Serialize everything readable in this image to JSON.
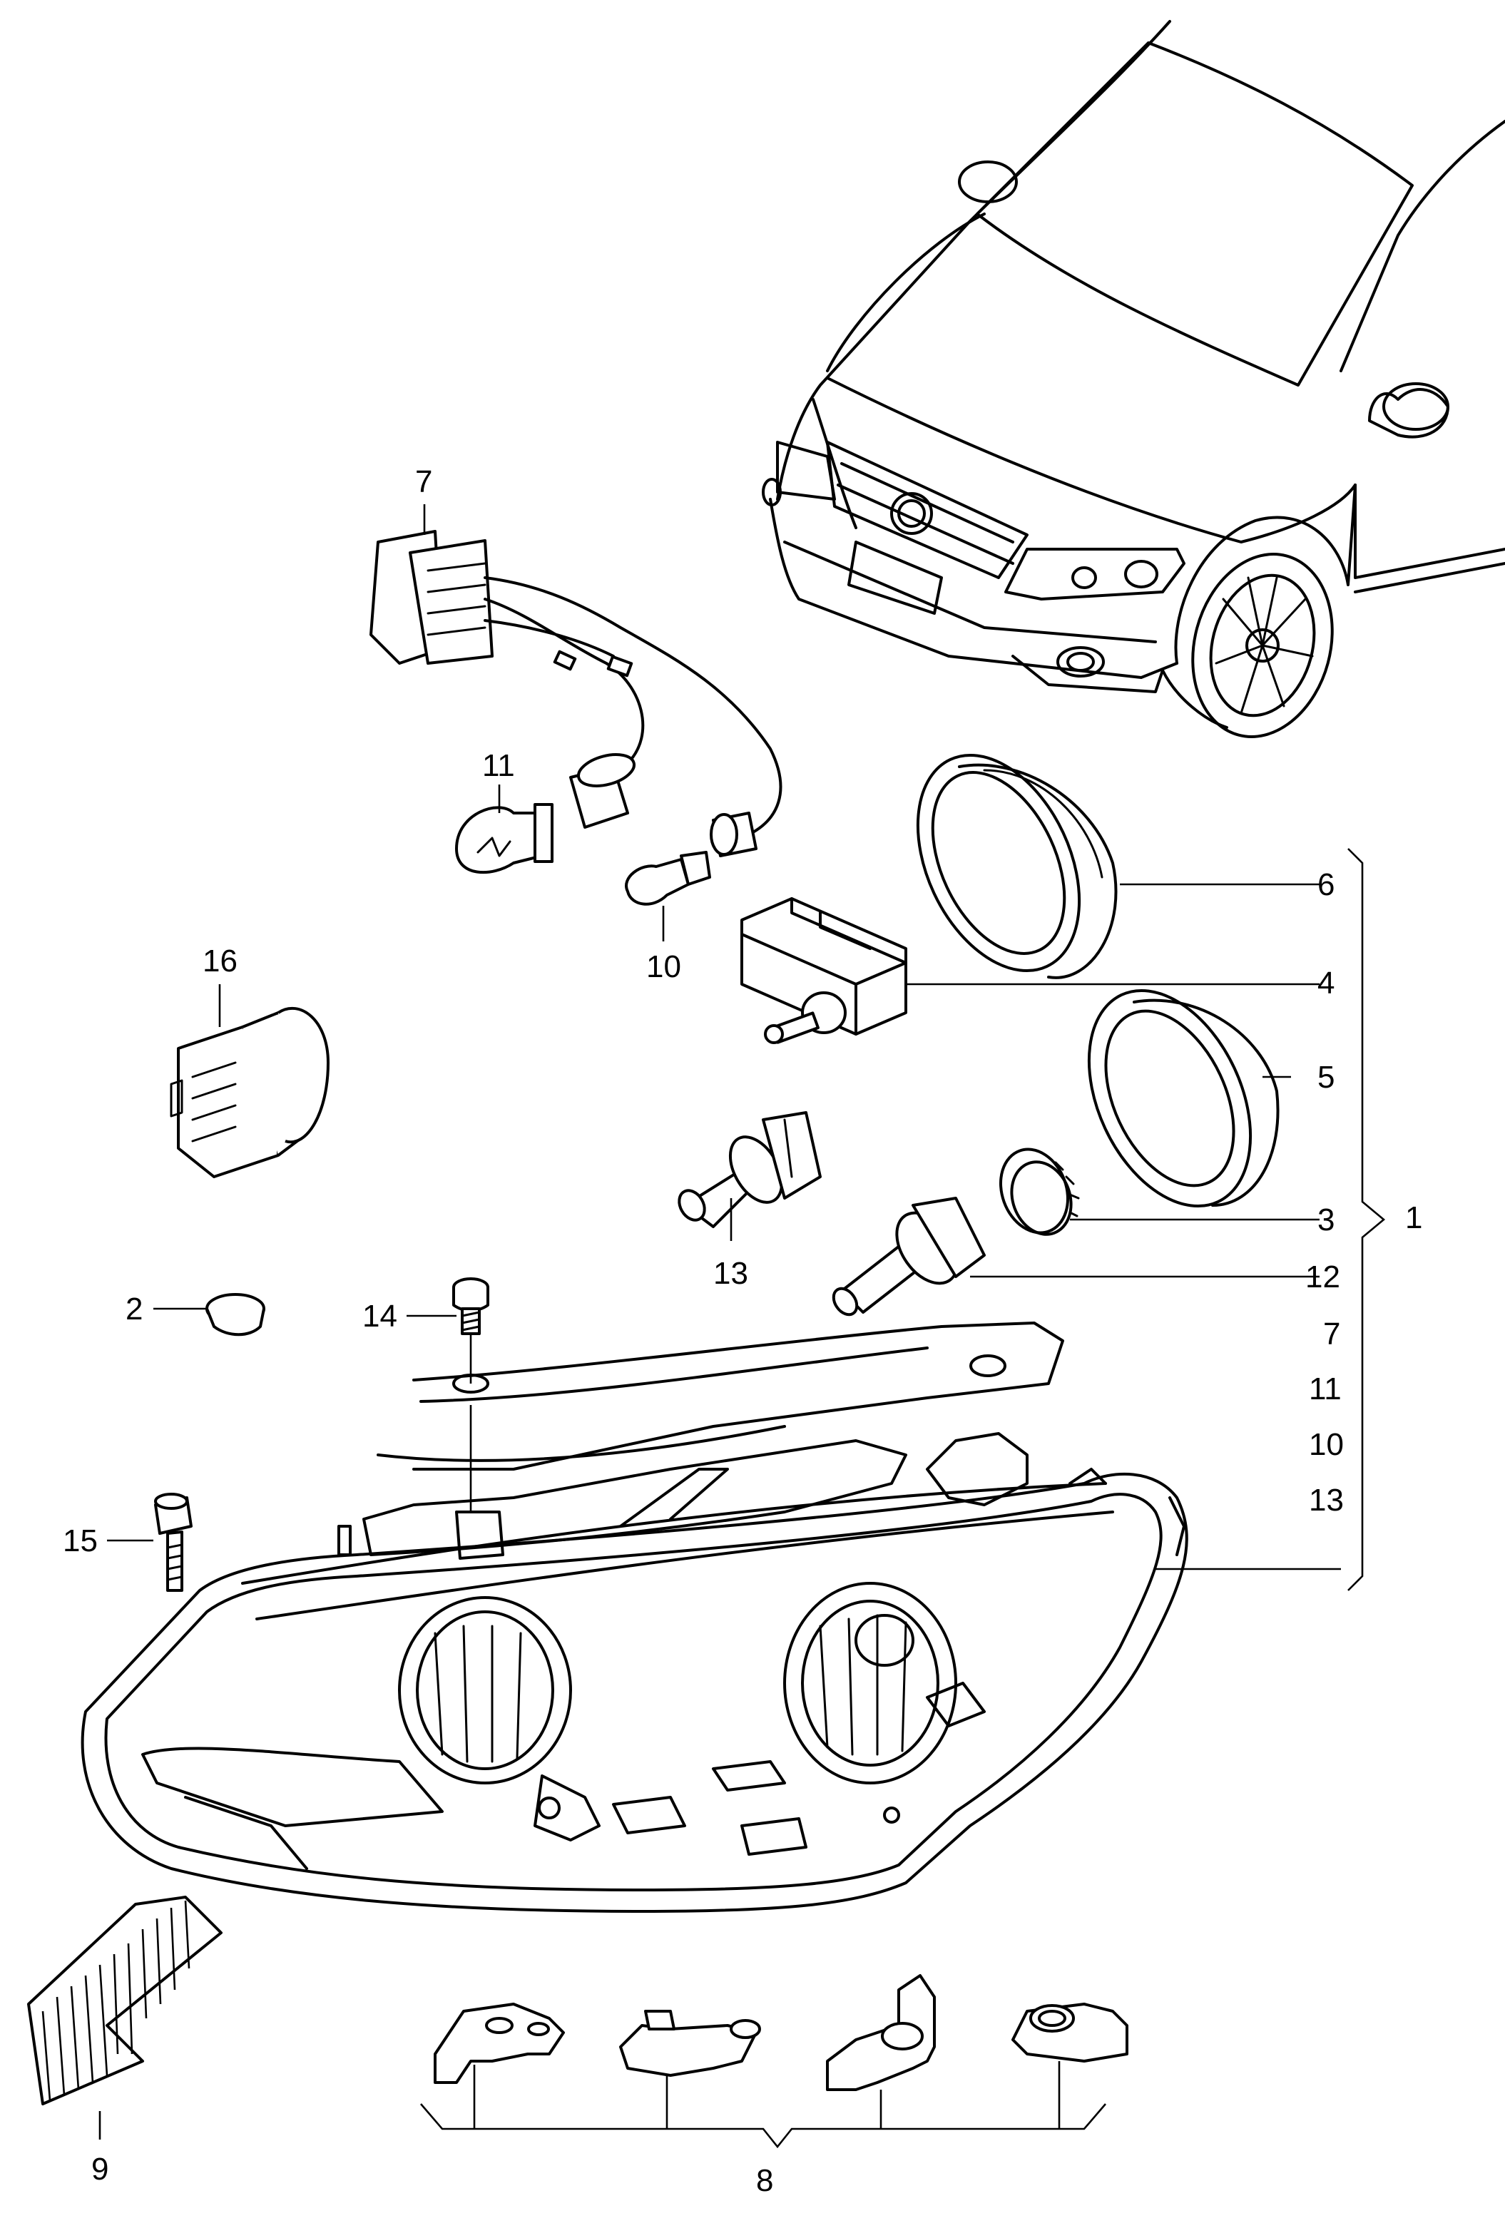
{
  "labels": {
    "l1": "1",
    "l2": "2",
    "l3": "3",
    "l4": "4",
    "l5": "5",
    "l6": "6",
    "l7": "7",
    "l8": "8",
    "l9": "9",
    "l10": "10",
    "l11": "11",
    "l12": "12",
    "l13": "13",
    "l14": "14",
    "l15": "15",
    "l16": "16"
  },
  "kit_list": [
    "7",
    "11",
    "10",
    "13"
  ]
}
